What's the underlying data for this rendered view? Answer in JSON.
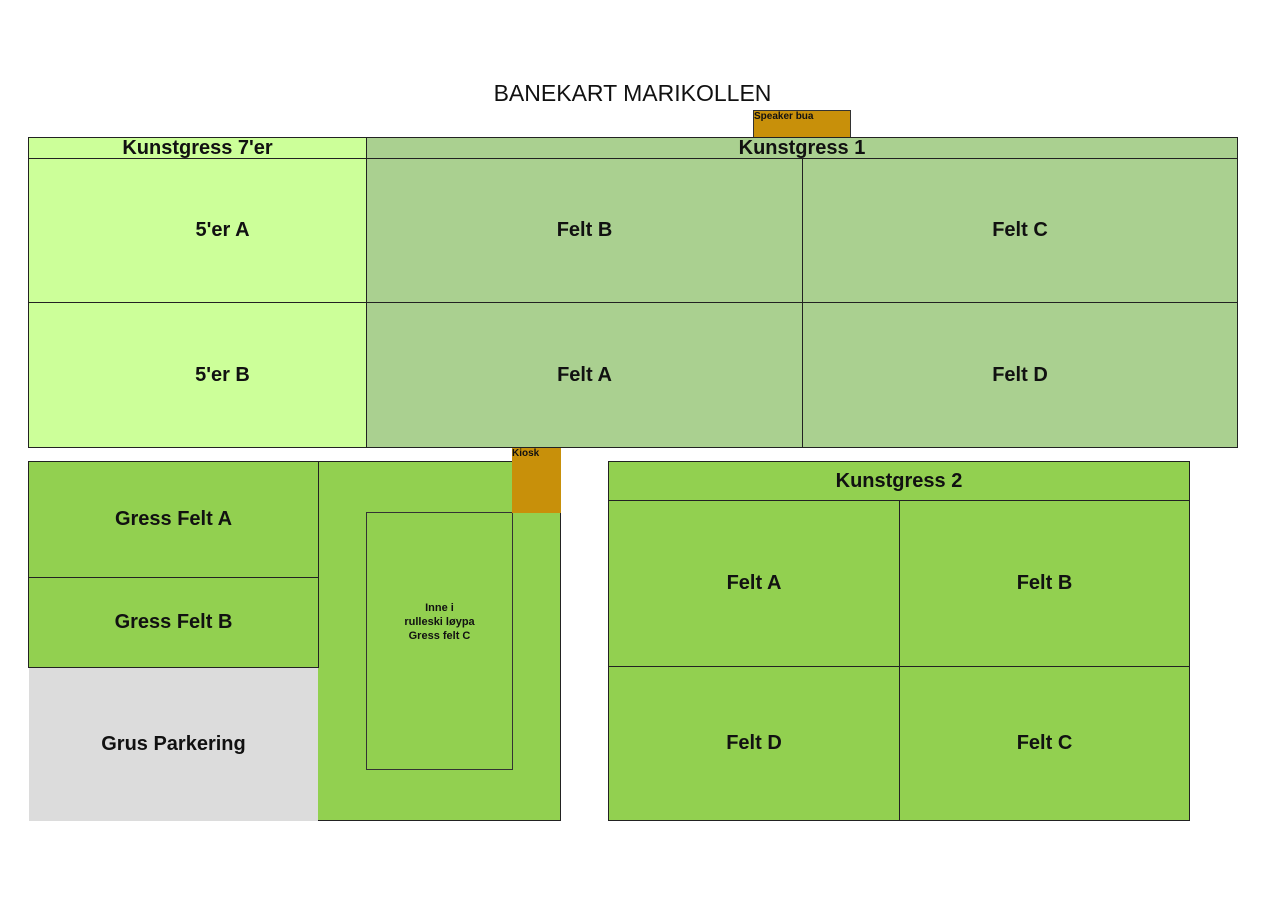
{
  "map": {
    "title": "BANEKART MARIKOLLEN",
    "kunstgress7": {
      "header": "Kunstgress 7'er",
      "field_a": "5'er A",
      "field_b": "5'er B"
    },
    "kunstgress1": {
      "header": "Kunstgress 1",
      "felt_b": "Felt B",
      "felt_c": "Felt C",
      "felt_a": "Felt A",
      "felt_d": "Felt D"
    },
    "speaker": "Speaker bua",
    "kiosk": "Kiosk",
    "gress": {
      "felt_a": "Gress Felt A",
      "felt_b": "Gress Felt B",
      "parkering": "Grus Parkering",
      "inner_line1": "Inne i",
      "inner_line2": "rulleski løypa",
      "inner_line3": "Gress felt C"
    },
    "kunstgress2": {
      "header": "Kunstgress 2",
      "felt_a": "Felt A",
      "felt_b": "Felt B",
      "felt_d": "Felt D",
      "felt_c": "Felt C"
    },
    "colors": {
      "kunstgress7": "#ccff99",
      "kunstgress1": "#aad090",
      "grass": "#92d050",
      "gravel": "#dcdcdc",
      "hut": "#c8900a"
    }
  }
}
